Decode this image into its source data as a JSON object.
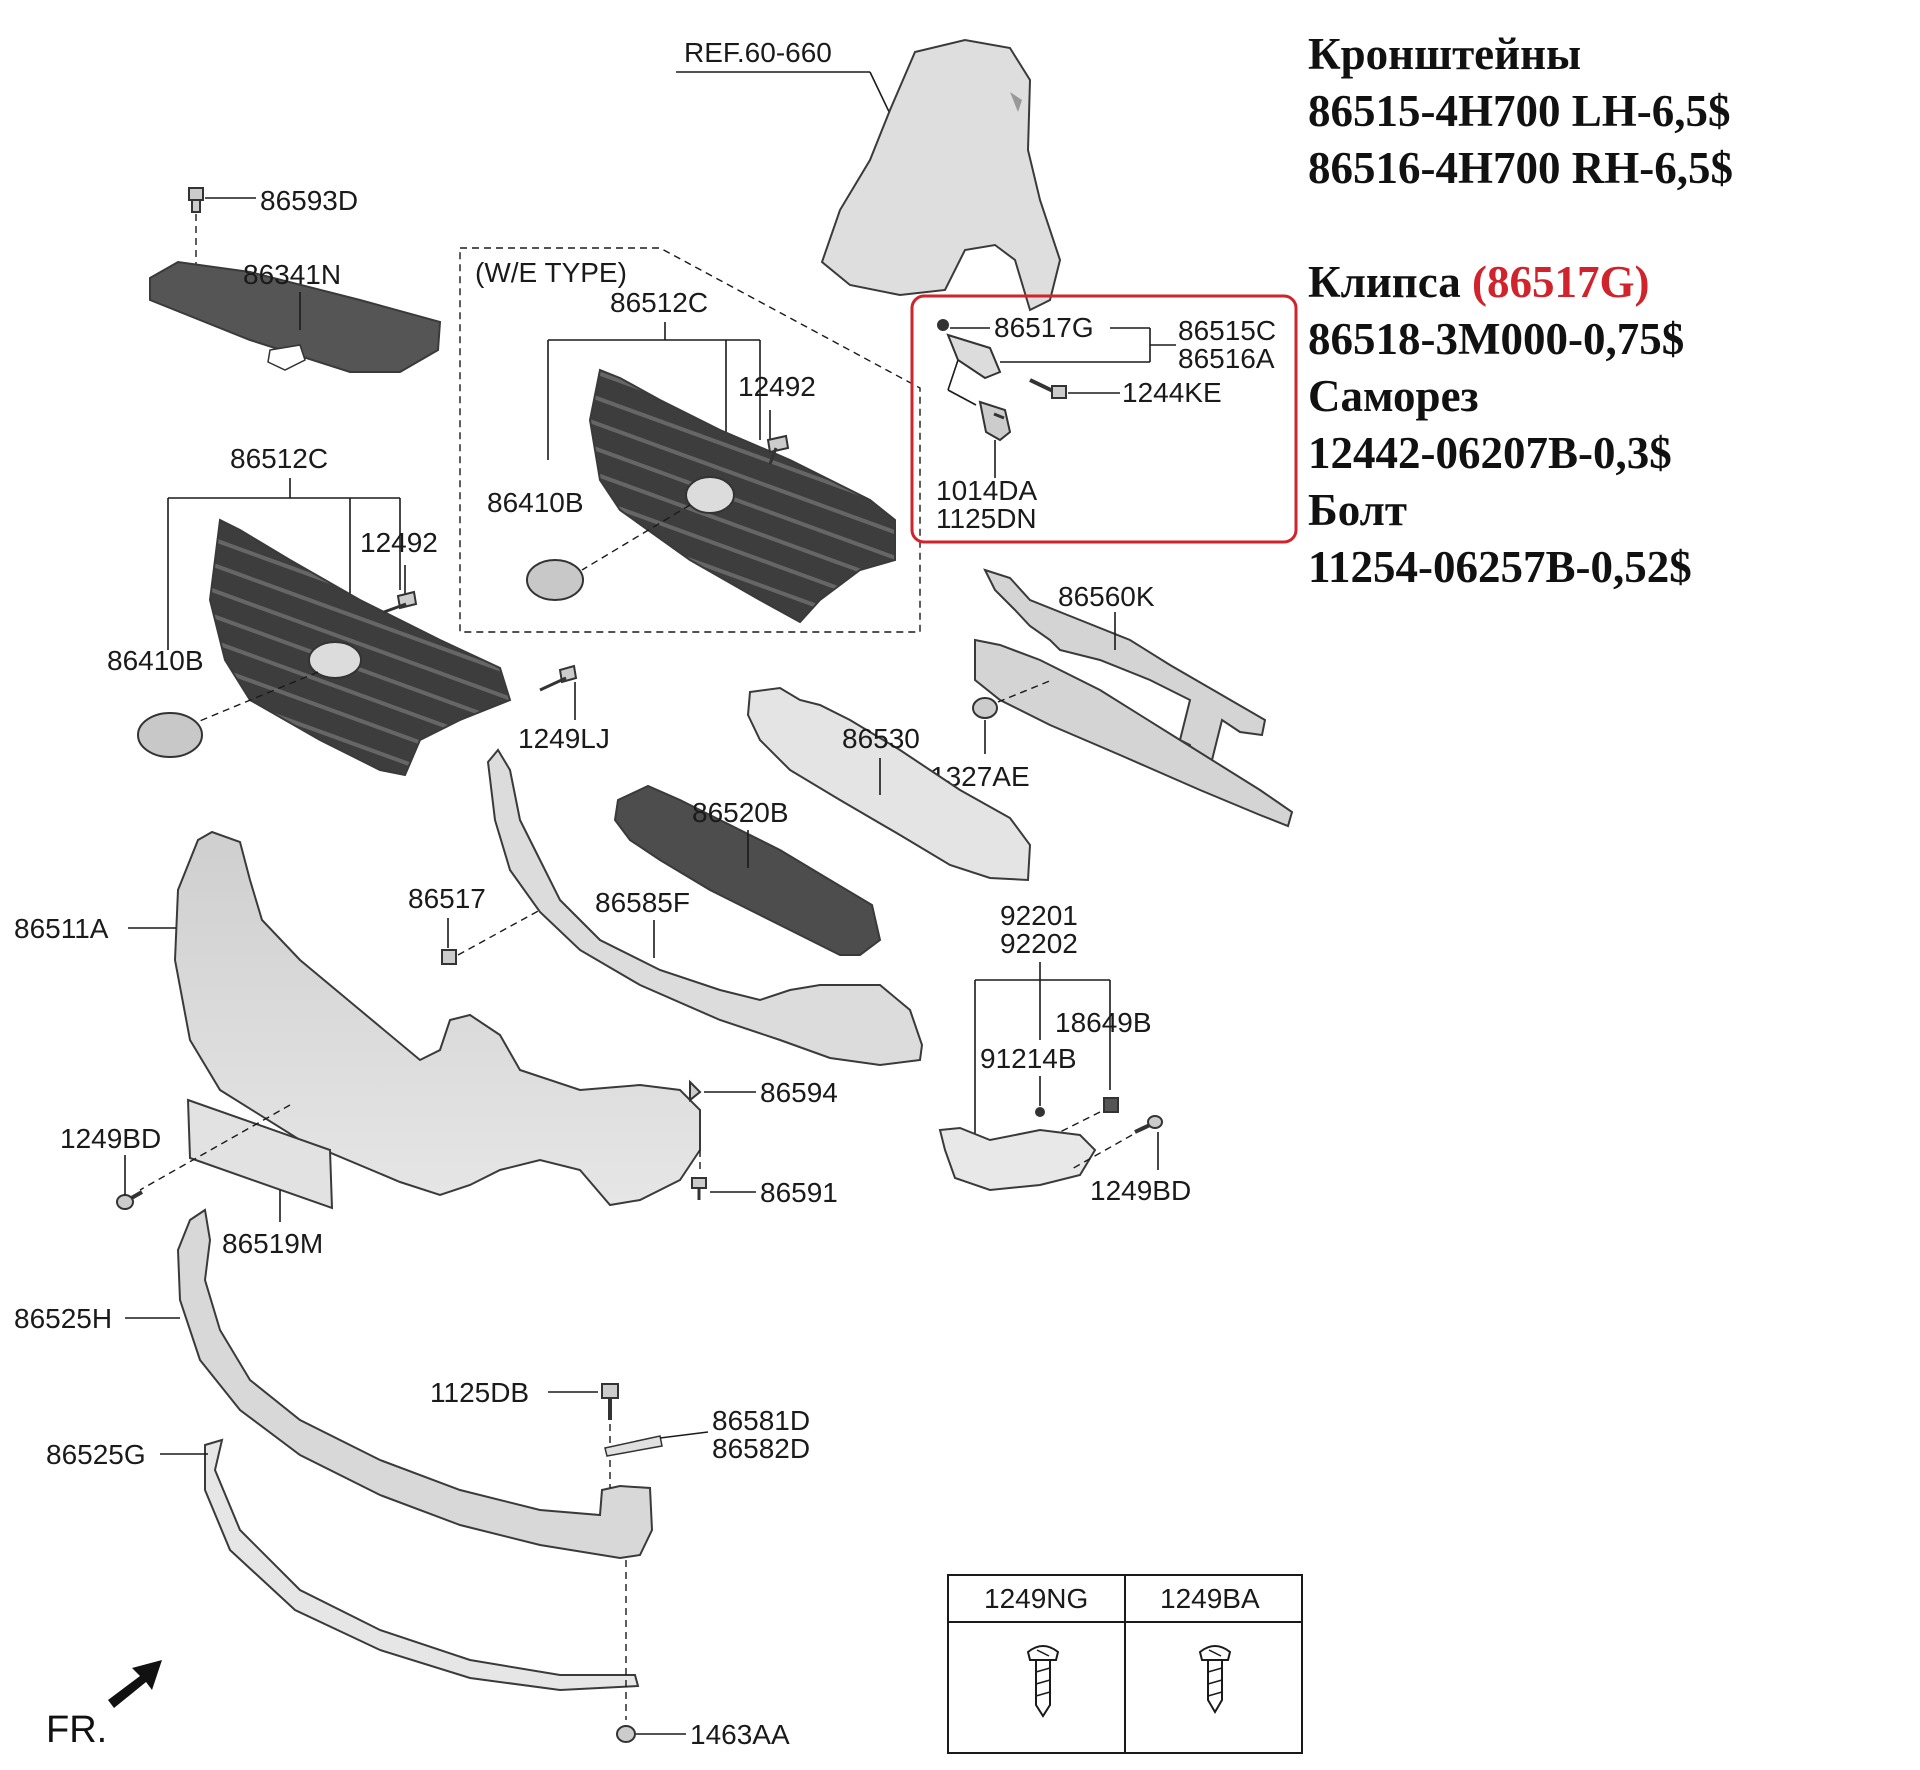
{
  "diagram": {
    "ref_label": "REF.60-660",
    "we_type_label": "(W/E TYPE)",
    "fr_label": "FR.",
    "part_labels": {
      "p86593D": "86593D",
      "p86341N": "86341N",
      "p86512C_a": "86512C",
      "p86512C_b": "86512C",
      "p12492_a": "12492",
      "p12492_b": "12492",
      "p86410B_a": "86410B",
      "p86410B_b": "86410B",
      "p1249LJ": "1249LJ",
      "p86517G": "86517G",
      "p86515C": "86515C",
      "p86516A": "86516A",
      "p1244KE": "1244KE",
      "p1014DA": "1014DA",
      "p1125DN": "1125DN",
      "p86560K": "86560K",
      "p86530": "86530",
      "p1327AE": "1327AE",
      "p86520B": "86520B",
      "p86517": "86517",
      "p86585F": "86585F",
      "p86511A": "86511A",
      "p92201": "92201",
      "p92202": "92202",
      "p18649B": "18649B",
      "p91214B": "91214B",
      "p86594": "86594",
      "p1249BD_a": "1249BD",
      "p1249BD_b": "1249BD",
      "p86591": "86591",
      "p86519M": "86519M",
      "p86525H": "86525H",
      "p1125DB": "1125DB",
      "p86581D": "86581D",
      "p86582D": "86582D",
      "p86525G": "86525G",
      "p1463AA": "1463AA"
    },
    "screw_table": {
      "col1": "1249NG",
      "col2": "1249BA"
    }
  },
  "prices": {
    "brackets_title": "Кронштейны",
    "bracket_lh": "86515-4H700 LH-6,5$",
    "bracket_rh": "86516-4H700 RH-6,5$",
    "clip_title": "Клипса",
    "clip_code": "(86517G)",
    "clip_price": "86518-3M000-0,75$",
    "screw_title": "Саморез",
    "screw_price": "12442-06207B-0,3$",
    "bolt_title": "Болт",
    "bolt_price": "11254-06257B-0,52$"
  },
  "colors": {
    "highlight_box": "#d0232b",
    "part_fill_light": "#dcdcdc",
    "part_fill_dark": "#4a4a4a"
  }
}
